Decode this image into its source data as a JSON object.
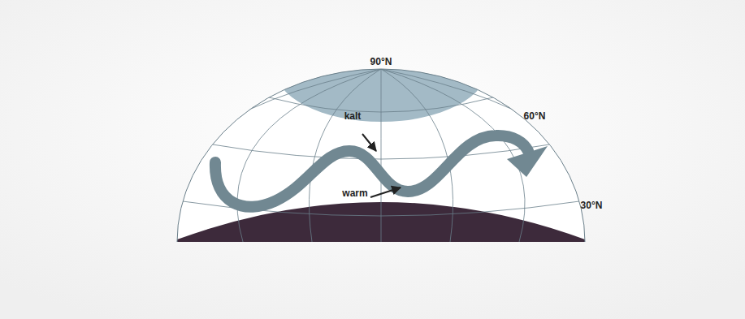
{
  "diagram": {
    "labels": [
      "90°N",
      "kalt",
      "60°N",
      "warm",
      "30°N"
    ]
  }
}
